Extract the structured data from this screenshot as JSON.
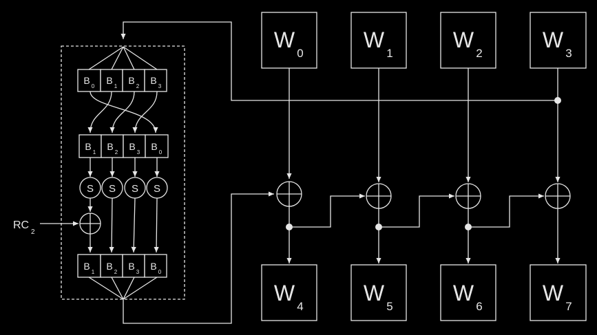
{
  "colors": {
    "background": "#000000",
    "foreground": "#e6e6e6"
  },
  "words_in": [
    {
      "letter": "W",
      "sub": "0"
    },
    {
      "letter": "W",
      "sub": "1"
    },
    {
      "letter": "W",
      "sub": "2"
    },
    {
      "letter": "W",
      "sub": "3"
    }
  ],
  "words_out": [
    {
      "letter": "W",
      "sub": "4"
    },
    {
      "letter": "W",
      "sub": "5"
    },
    {
      "letter": "W",
      "sub": "6"
    },
    {
      "letter": "W",
      "sub": "7"
    }
  ],
  "g_function": {
    "row1": [
      {
        "letter": "B",
        "sub": "0"
      },
      {
        "letter": "B",
        "sub": "1"
      },
      {
        "letter": "B",
        "sub": "2"
      },
      {
        "letter": "B",
        "sub": "3"
      }
    ],
    "row2": [
      {
        "letter": "B",
        "sub": "1"
      },
      {
        "letter": "B",
        "sub": "2"
      },
      {
        "letter": "B",
        "sub": "3"
      },
      {
        "letter": "B",
        "sub": "0"
      }
    ],
    "row3": [
      {
        "letter": "B",
        "sub": "1"
      },
      {
        "letter": "B",
        "sub": "2"
      },
      {
        "letter": "B",
        "sub": "3"
      },
      {
        "letter": "B",
        "sub": "0"
      }
    ],
    "sbox_label": "S",
    "round_constant": {
      "letter": "RC",
      "sub": "2"
    }
  }
}
